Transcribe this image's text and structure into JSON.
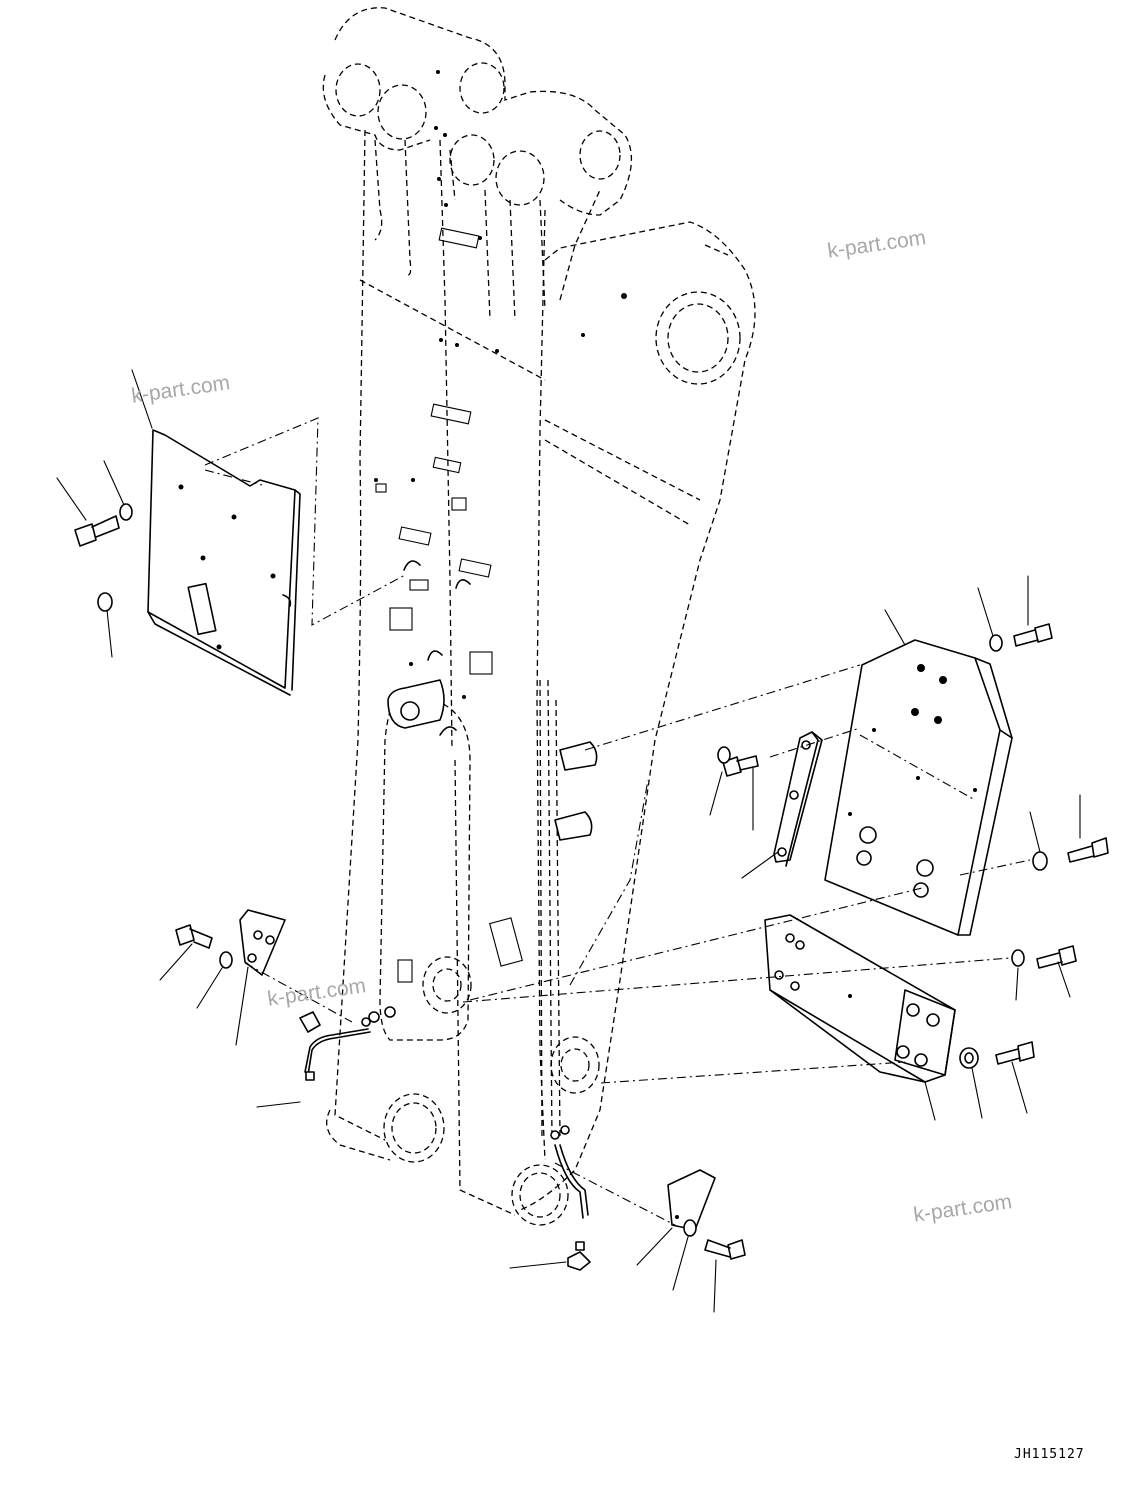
{
  "drawing": {
    "number": "JH115127"
  },
  "watermarks": [
    "k-part.com",
    "k-part.com",
    "k-part.com",
    "k-part.com"
  ]
}
